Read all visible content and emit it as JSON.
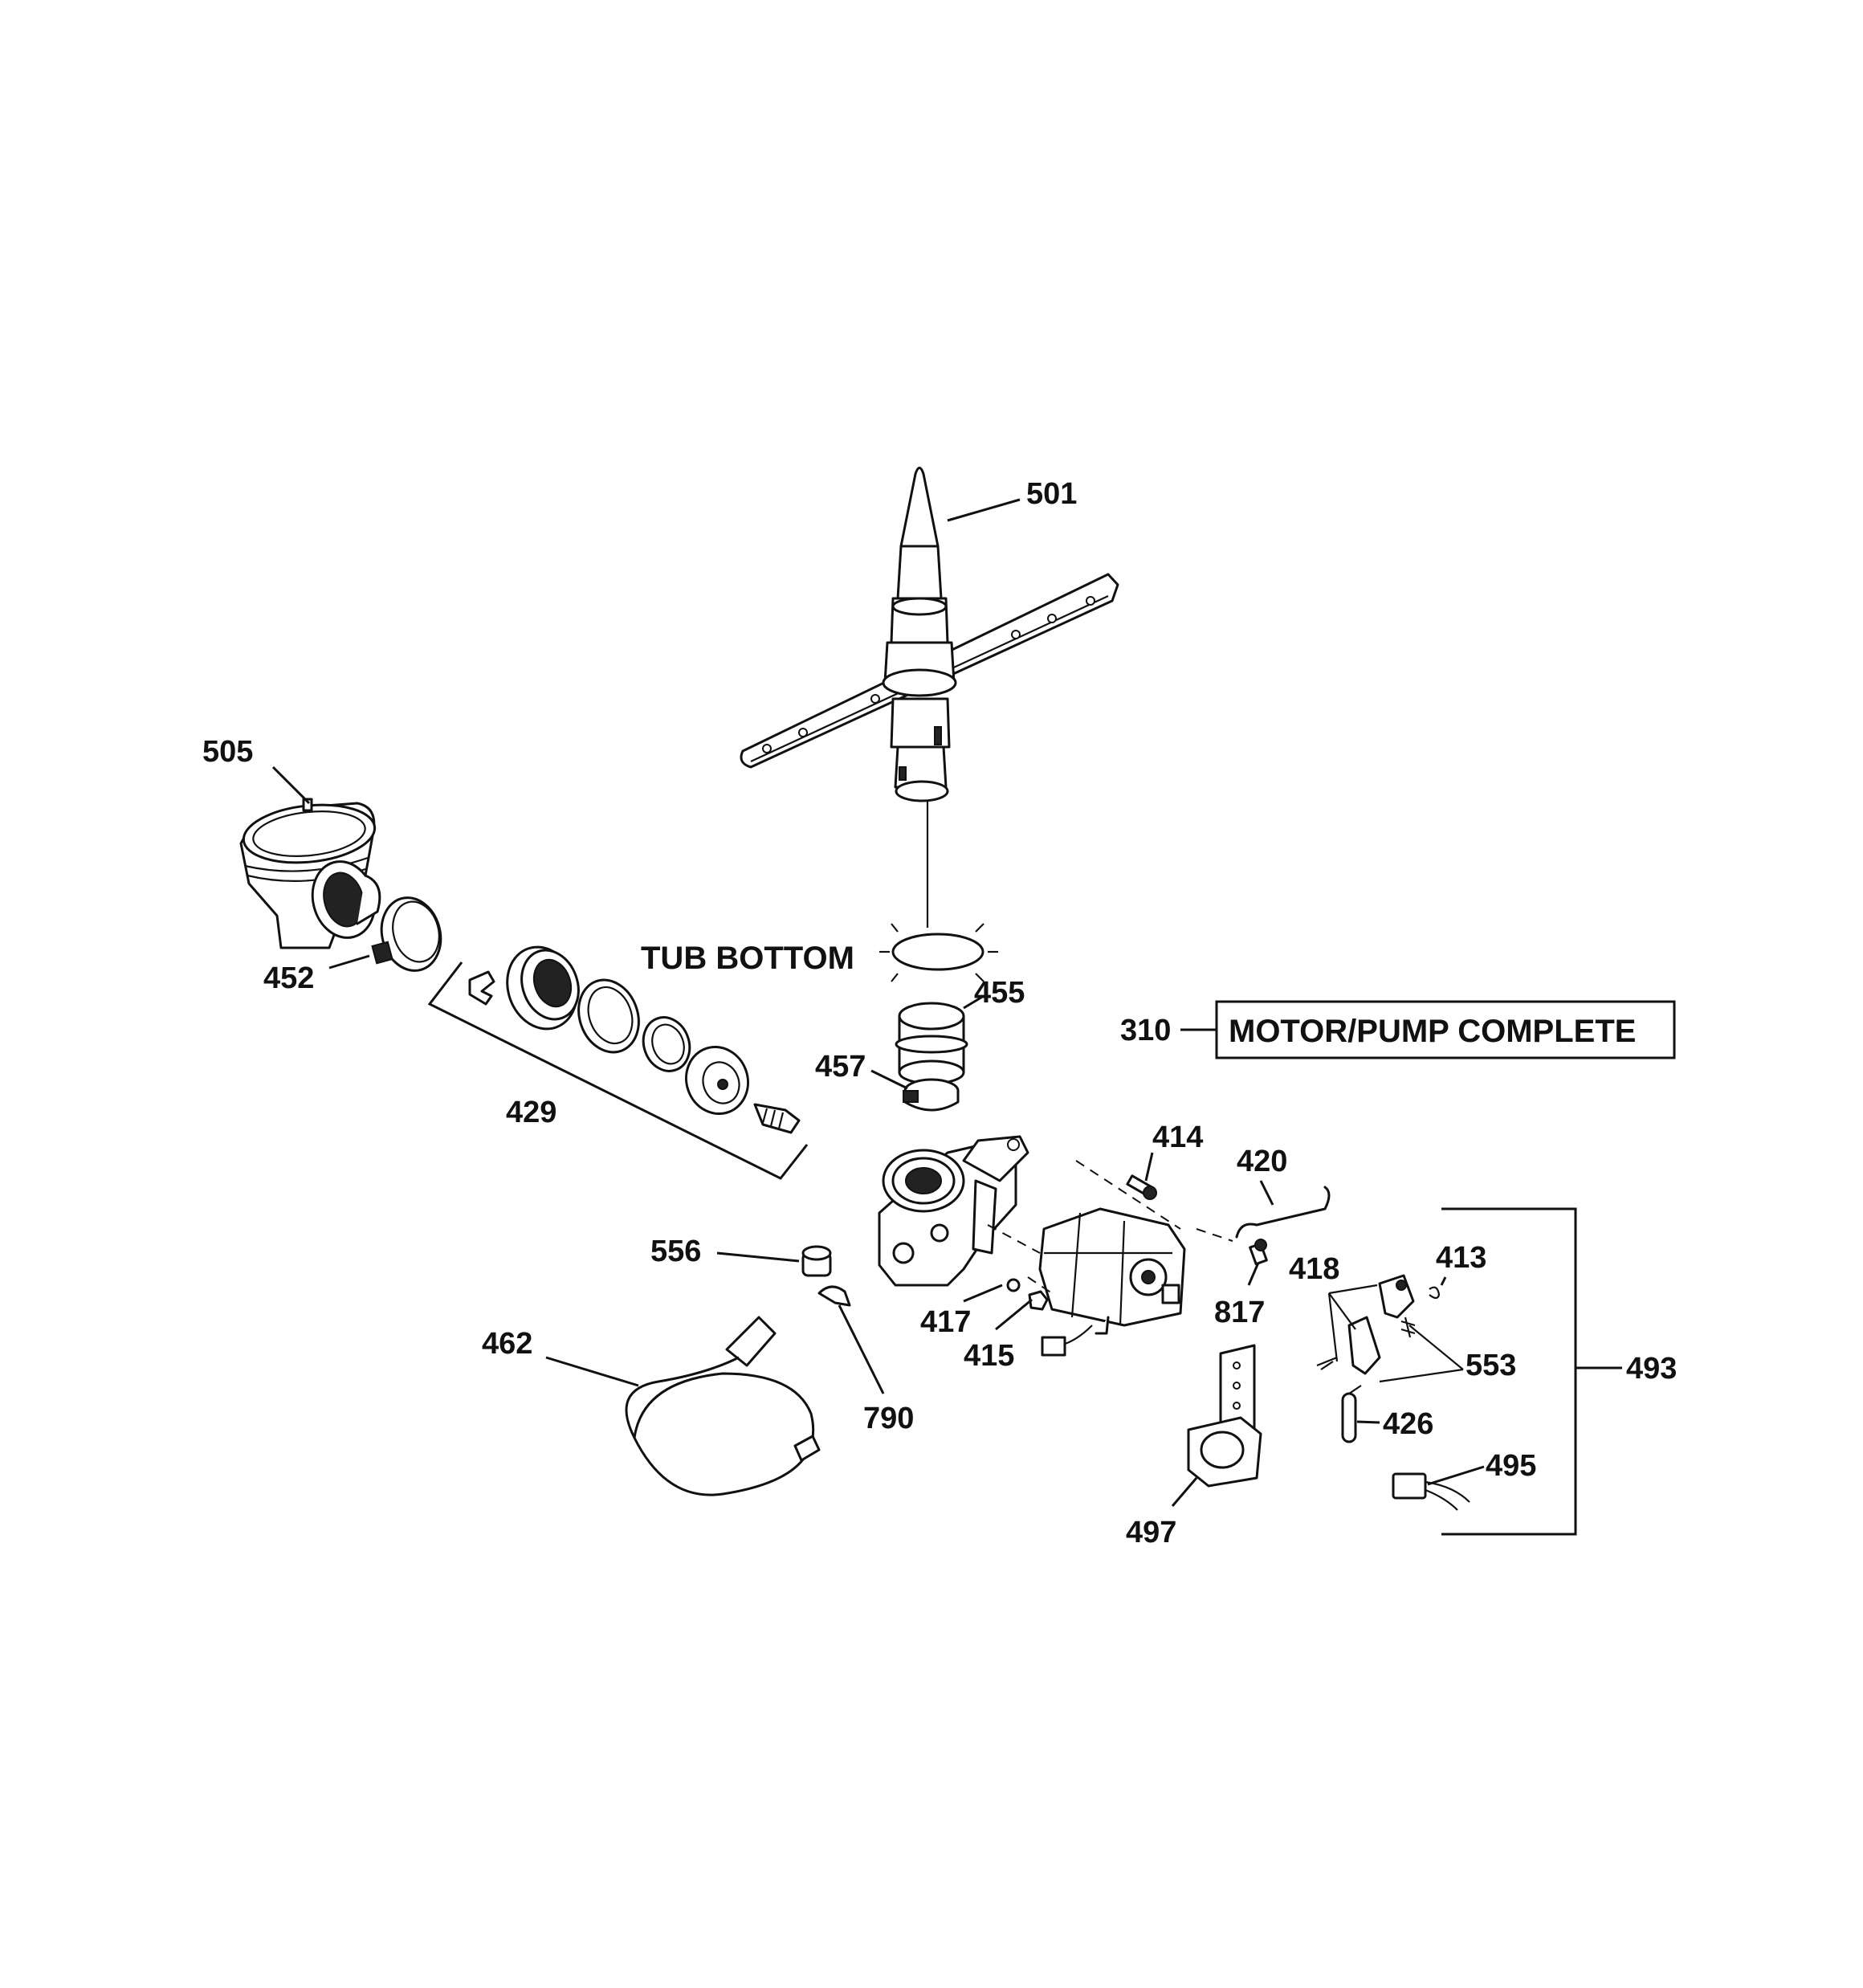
{
  "labels": {
    "p501": "501",
    "p505": "505",
    "p452": "452",
    "p429": "429",
    "p455": "455",
    "p457": "457",
    "p310": "310",
    "p414": "414",
    "p420": "420",
    "p418": "418",
    "p413": "413",
    "p553": "553",
    "p493": "493",
    "p426": "426",
    "p495": "495",
    "p497": "497",
    "p817": "817",
    "p556": "556",
    "p417": "417",
    "p415": "415",
    "p462": "462",
    "p790": "790"
  },
  "tub_bottom": "TUB BOTTOM",
  "motor_pump_complete": "MOTOR/PUMP COMPLETE"
}
